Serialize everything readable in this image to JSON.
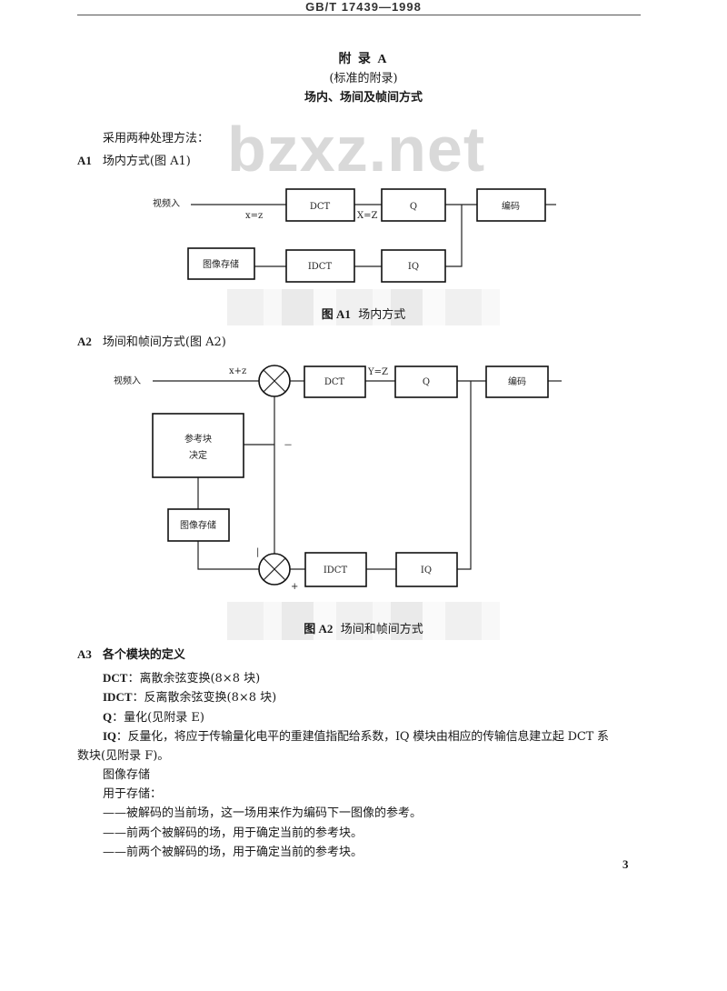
{
  "header": {
    "standard": "GB/T 17439—1998"
  },
  "appendix": {
    "title": "附 录 A",
    "type": "(标准的附录)",
    "subtitle": "场内、场间及帧间方式"
  },
  "watermark": "bzxz.net",
  "intro": "采用两种处理方法：",
  "a1": {
    "num": "A1",
    "heading": "场内方式(图 A1)",
    "diagram": {
      "input": "视频入",
      "x_eq": "x=z",
      "X_eq": "X=Z",
      "dct": "DCT",
      "q": "Q",
      "encode": "编码",
      "store": "图像存储",
      "idct": "IDCT",
      "iq": "IQ"
    },
    "caption_num": "图 A1",
    "caption": "场内方式"
  },
  "a2": {
    "num": "A2",
    "heading": "场间和帧间方式(图 A2)",
    "diagram": {
      "input": "视频入",
      "sum_label": "x+z",
      "y_eq": "Y=Z",
      "dct": "DCT",
      "q": "Q",
      "encode": "编码",
      "ref_line1": "参考块",
      "ref_line2": "决定",
      "minus": "－",
      "store": "图像存储",
      "idct": "IDCT",
      "iq": "IQ",
      "plus": "+",
      "bar": "|"
    },
    "caption_num": "图 A2",
    "caption": "场间和帧间方式"
  },
  "a3": {
    "num": "A3",
    "heading": "各个模块的定义",
    "defs": [
      {
        "term": "DCT",
        "text": "：离散余弦变换(8×8 块)"
      },
      {
        "term": "IDCT",
        "text": "：反离散余弦变换(8×8 块)"
      },
      {
        "term": "Q",
        "text": "：量化(见附录 E)"
      },
      {
        "term": "IQ",
        "text": "：反量化，将应于传输量化电平的重建值指配给系数，IQ 模块由相应的传输信息建立起 DCT 系",
        "cont": "数块(见附录 F)。"
      }
    ],
    "storage_title": "图像存储",
    "storage_intro": "用于存储：",
    "storage_items": [
      "——被解码的当前场，这一场用来作为编码下一图像的参考。",
      "——前两个被解码的场，用于确定当前的参考块。",
      "——前两个被解码的场，用于确定当前的参考块。"
    ]
  },
  "page_number": "3"
}
